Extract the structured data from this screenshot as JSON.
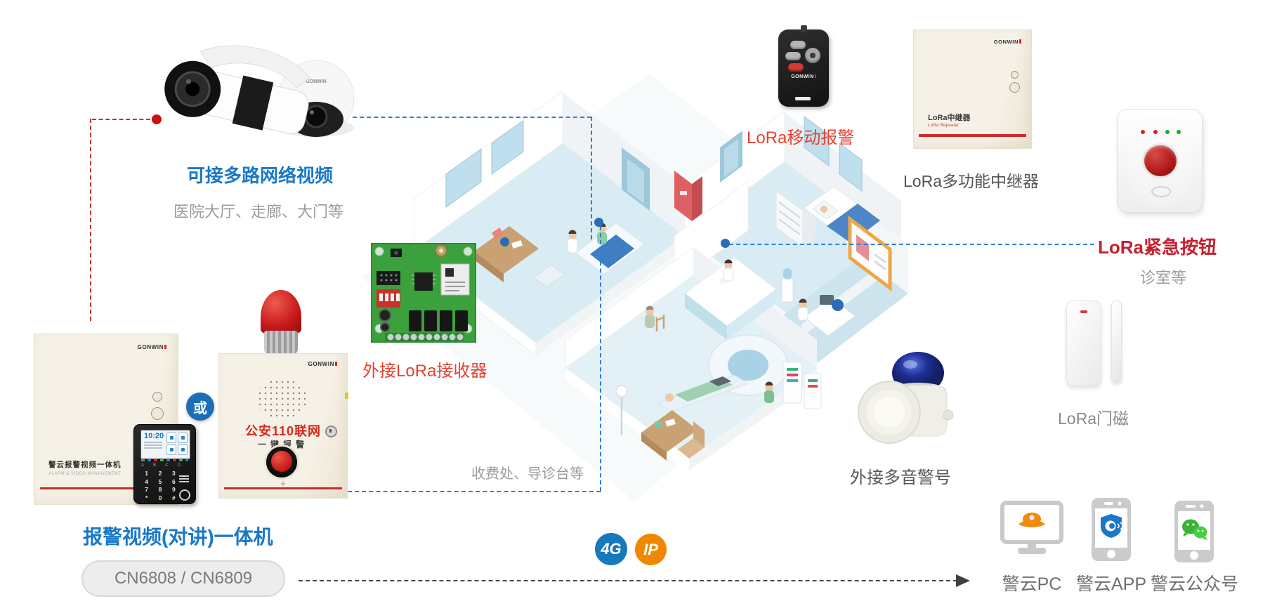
{
  "brand": "GONWIN",
  "colors": {
    "accent_blue": "#1878c8",
    "label_red": "#e8402e",
    "emergency_red": "#c5202f",
    "text_gray": "#9b9b9b",
    "text_dark": "#555555",
    "badge_4g_blue": "#1878bc",
    "badge_ip_orange": "#ef8800",
    "or_badge_blue": "#1b6fb5",
    "device_cream": "#f4efe2",
    "stripe_red": "#cf2a2a",
    "connector_blue": "#2f7fd6",
    "connector_red": "#c63127"
  },
  "camera_section": {
    "title": "可接多路网络视频",
    "subtitle": "医院大厅、走廊、大门等"
  },
  "alarm_host": {
    "label": "警云报警视频一体机",
    "sublabel": "ALARM & VIDEO MANAGEMENT"
  },
  "keypad": {
    "time": "10:20",
    "letters": [
      "A",
      "B",
      "C",
      "D"
    ],
    "keys": [
      "1",
      "2",
      "3",
      "4",
      "5",
      "6",
      "7",
      "8",
      "9",
      "*",
      "0",
      "#"
    ]
  },
  "or_label": "或",
  "police_alarm": {
    "line1": "公安110联网",
    "line2": "一键报警"
  },
  "lora_receiver_label": "外接LoRa接收器",
  "mobile_alarm_label": "LoRa移动报警",
  "repeater": {
    "device_title": "LoRa中继器",
    "device_subtitle": "LoRa Repeater",
    "caption": "LoRa多功能中继器"
  },
  "emergency_button": {
    "label": "LoRa紧急按钮",
    "caption": "诊室等"
  },
  "door_sensor_label": "LoRa门磁",
  "siren_label": "外接多音警号",
  "service_note": "收费处、导诊台等",
  "integrated_unit": {
    "title": "报警视频(对讲)一体机",
    "models": "CN6808 / CN6809"
  },
  "badges": {
    "cellular": "4G",
    "network": "IP"
  },
  "endpoints": [
    {
      "label": "警云PC"
    },
    {
      "label": "警云APP"
    },
    {
      "label": "警云公众号"
    }
  ]
}
